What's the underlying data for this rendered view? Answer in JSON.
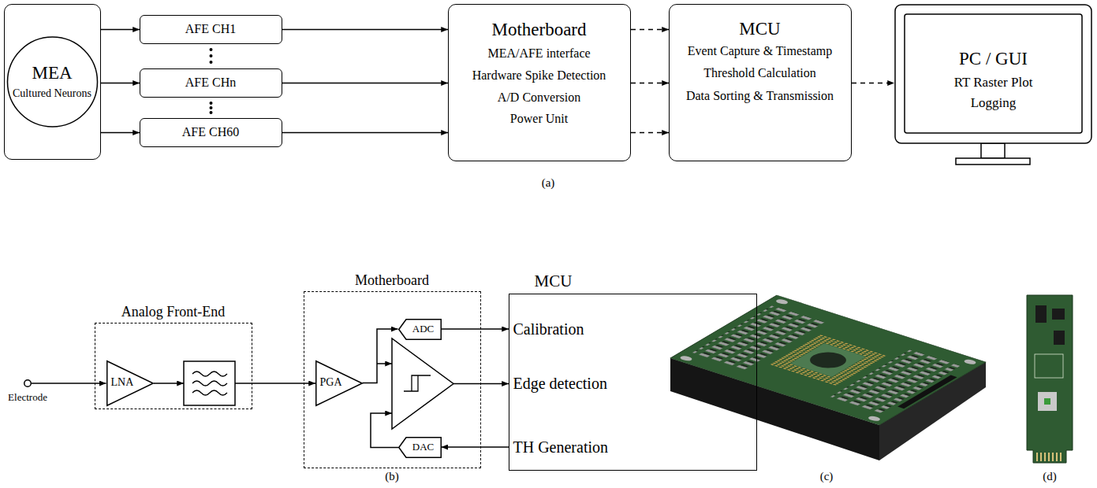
{
  "diagram": {
    "nodes": [
      {
        "text": [
          "MEA",
          "Cultured Neurons"
        ]
      },
      {
        "text": [
          "AFE CH1"
        ]
      },
      {
        "text": [
          "AFE CHn"
        ]
      },
      {
        "text": [
          "AFE CH60"
        ]
      },
      {
        "text": [
          "Motherboard",
          "MEA/AFE interface",
          "Hardware Spike Detection",
          "A/D Conversion",
          "Power Unit"
        ]
      },
      {
        "text": [
          "MCU",
          "Event Capture & Timestamp",
          "Threshold Calculation",
          "Data Sorting & Transmission"
        ]
      },
      {
        "text": [
          "PC / GUI",
          "RT Raster Plot",
          "Logging"
        ]
      },
      {
        "text": [
          "Electrode"
        ]
      },
      {
        "text": [
          "Analog Front-End"
        ]
      },
      {
        "text": [
          "LNA"
        ],
        "in": 8
      },
      {
        "text": [
          "Motherboard"
        ]
      },
      {
        "text": [
          "PGA"
        ],
        "in": 10
      },
      {
        "text": [
          "ADC"
        ],
        "in": 10
      },
      {
        "text": [
          "DAC"
        ],
        "in": 10
      },
      {
        "text": [
          "MCU",
          "Calibration",
          "Edge detection",
          "TH Generation"
        ]
      }
    ],
    "edges": [
      {
        "from": 0,
        "to": 1,
        "arrow": "to"
      },
      {
        "from": 0,
        "to": 2,
        "arrow": "to"
      },
      {
        "from": 0,
        "to": 3,
        "arrow": "to"
      },
      {
        "from": 1,
        "to": 4,
        "arrow": "to"
      },
      {
        "from": 2,
        "to": 4,
        "arrow": "to"
      },
      {
        "from": 3,
        "to": 4,
        "arrow": "to"
      },
      {
        "from": 4,
        "to": 5,
        "arrow": "to"
      },
      {
        "from": 4,
        "to": 5,
        "arrow": "to"
      },
      {
        "from": 4,
        "to": 5,
        "arrow": "to"
      },
      {
        "from": 5,
        "to": 6,
        "arrow": "to"
      },
      {
        "from": 7,
        "to": 9,
        "arrow": "to"
      },
      {
        "from": 11,
        "to": 12,
        "arrow": "to"
      },
      {
        "from": 12,
        "to": 14,
        "arrow": "to"
      },
      {
        "from": 14,
        "to": 13,
        "arrow": "to"
      }
    ],
    "labels": [
      "(a)",
      "(b)",
      "(c)",
      "(d)"
    ]
  }
}
